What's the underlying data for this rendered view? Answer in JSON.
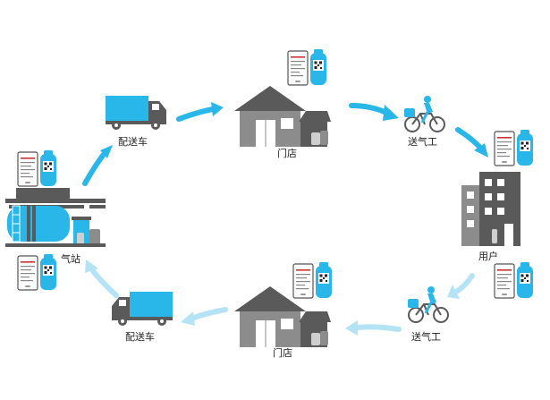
{
  "labels": {
    "gas_station": "气站",
    "truck_top": "配送车",
    "store_top": "门店",
    "courier_top": "送气工",
    "user": "用户",
    "courier_bottom": "送气工",
    "store_bottom": "门店",
    "truck_bottom": "配送车"
  },
  "colors": {
    "accent": "#29B6E8",
    "accent_light": "#B3E3F4",
    "gray_dark": "#5A5A5A",
    "gray_mid": "#8C8C8C",
    "gray_light": "#CFCFCF"
  }
}
